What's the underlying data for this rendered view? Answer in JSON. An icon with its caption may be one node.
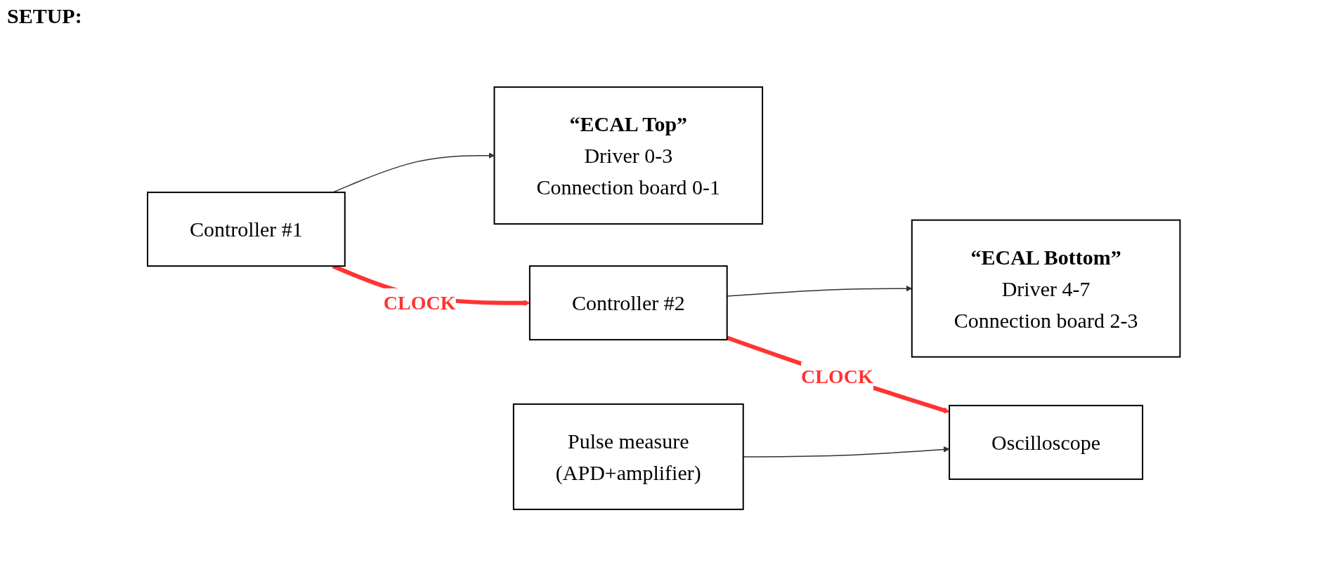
{
  "diagram": {
    "title": "SETUP:",
    "nodes": [
      {
        "text": [
          "Controller #1"
        ]
      },
      {
        "text": [
          "“ECAL Top”",
          "Driver 0-3",
          "Connection board 0-1"
        ]
      },
      {
        "text": [
          "Controller #2"
        ]
      },
      {
        "text": [
          "“ECAL Bottom”",
          "Driver 4-7",
          "Connection board 2-3"
        ]
      },
      {
        "text": [
          "Pulse measure",
          "(APD+amplifier)"
        ]
      },
      {
        "text": [
          "Oscilloscope"
        ]
      }
    ],
    "edges": [
      {
        "from": 0,
        "to": 1,
        "arrow": "to"
      },
      {
        "from": 0,
        "to": 2,
        "arrow": "to",
        "label": "CLOCK",
        "style": "thick",
        "color": "#ff3333"
      },
      {
        "from": 2,
        "to": 3,
        "arrow": "to"
      },
      {
        "from": 2,
        "to": 5,
        "arrow": "to",
        "label": "CLOCK",
        "style": "thick",
        "color": "#ff3333"
      },
      {
        "from": 4,
        "to": 5,
        "arrow": "to"
      }
    ]
  }
}
